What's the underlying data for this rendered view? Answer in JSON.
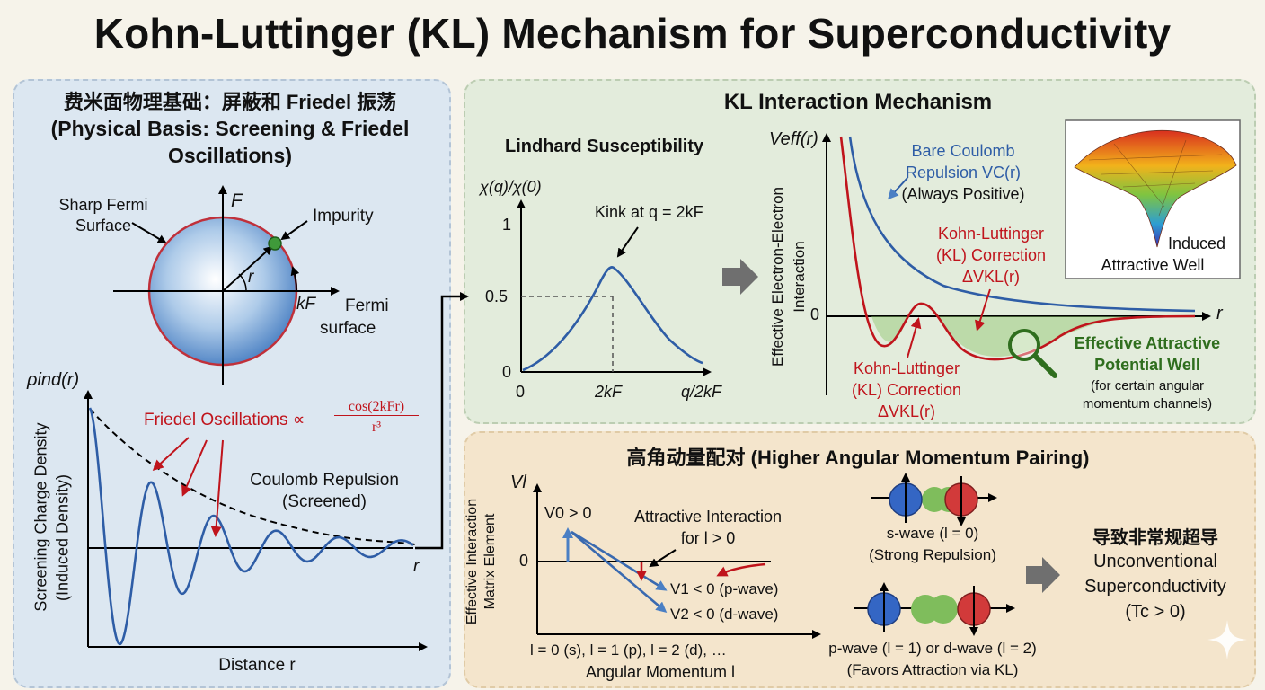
{
  "title": "Kohn-Luttinger (KL) Mechanism for Superconductivity",
  "left": {
    "heading_cn": "费米面物理基础：屏蔽和 Friedel 振荡",
    "heading_en_1": "(Physical Basis: Screening & Friedel",
    "heading_en_2": "Oscillations)",
    "sharp_fermi_1": "Sharp Fermi",
    "sharp_fermi_2": "Surface",
    "axis_F": "F",
    "impurity": "Impurity",
    "r": "r",
    "kF": "kF",
    "fermi_surface_1": "Fermi",
    "fermi_surface_2": "surface",
    "rho_label": "ρind(r)",
    "ylabel_1": "Screening Charge Density",
    "ylabel_2": "(Induced Density)",
    "friedel": "Friedel Oscillations ∝",
    "friedel_num": "cos(2kFr)",
    "friedel_den": "r³",
    "coulomb_1": "Coulomb Repulsion",
    "coulomb_2": "(Screened)",
    "xaxis_r": "r",
    "xlabel": "Distance r"
  },
  "kl": {
    "heading": "KL Interaction Mechanism",
    "lindhard": "Lindhard Susceptibility",
    "chi_label": "χ(q)/χ(0)",
    "kink": "Kink at q = 2kF",
    "tick_1": "1",
    "tick_05": "0.5",
    "tick_0": "0",
    "x_0": "0",
    "x_2kf": "2kF",
    "x_q": "q/2kF",
    "veff": "Veff(r)",
    "ylabel_1": "Effective Electron-Electron",
    "ylabel_2": "Interaction",
    "zero": "0",
    "r_axis": "r",
    "bare_1": "Bare Coulomb",
    "bare_2": "Repulsion VC(r)",
    "bare_3": "(Always Positive)",
    "klc_top_1": "Kohn-Luttinger",
    "klc_top_2": "(KL) Correction",
    "klc_top_3": "ΔVKL(r)",
    "klc_bot_1": "Kohn-Luttinger",
    "klc_bot_2": "(KL) Correction",
    "klc_bot_3": "ΔVKL(r)",
    "well_1": "Effective Attractive",
    "well_2": "Potential Well",
    "well_3": "(for certain angular",
    "well_4": "momentum channels)",
    "induced_1": "Induced",
    "induced_2": "Attractive Well"
  },
  "ang": {
    "heading": "高角动量配对 (Higher Angular Momentum Pairing)",
    "vl": "Vl",
    "ylabel_1": "Effective Interaction",
    "ylabel_2": "Matrix Element",
    "v0": "V0 > 0",
    "zero": "0",
    "attractive_1": "Attractive Interaction",
    "attractive_2": "for l > 0",
    "v1": "V1 < 0 (p-wave)",
    "v2": "V2 < 0 (d-wave)",
    "xticks": "l = 0 (s), l = 1 (p), l = 2 (d), …",
    "xlabel": "Angular Momentum l",
    "swave_1": "s-wave (l = 0)",
    "swave_2": "(Strong Repulsion)",
    "pwave_1": "p-wave (l = 1) or d-wave (l = 2)",
    "pwave_2": "(Favors Attraction via KL)",
    "result_cn": "导致非常规超导",
    "result_1": "Unconventional",
    "result_2": "Superconductivity",
    "result_3": "(Tc > 0)"
  },
  "colors": {
    "blue": "#2e5da6",
    "red": "#c0141c",
    "green": "#2f6e1e",
    "arrow": "#6f6f6f"
  }
}
